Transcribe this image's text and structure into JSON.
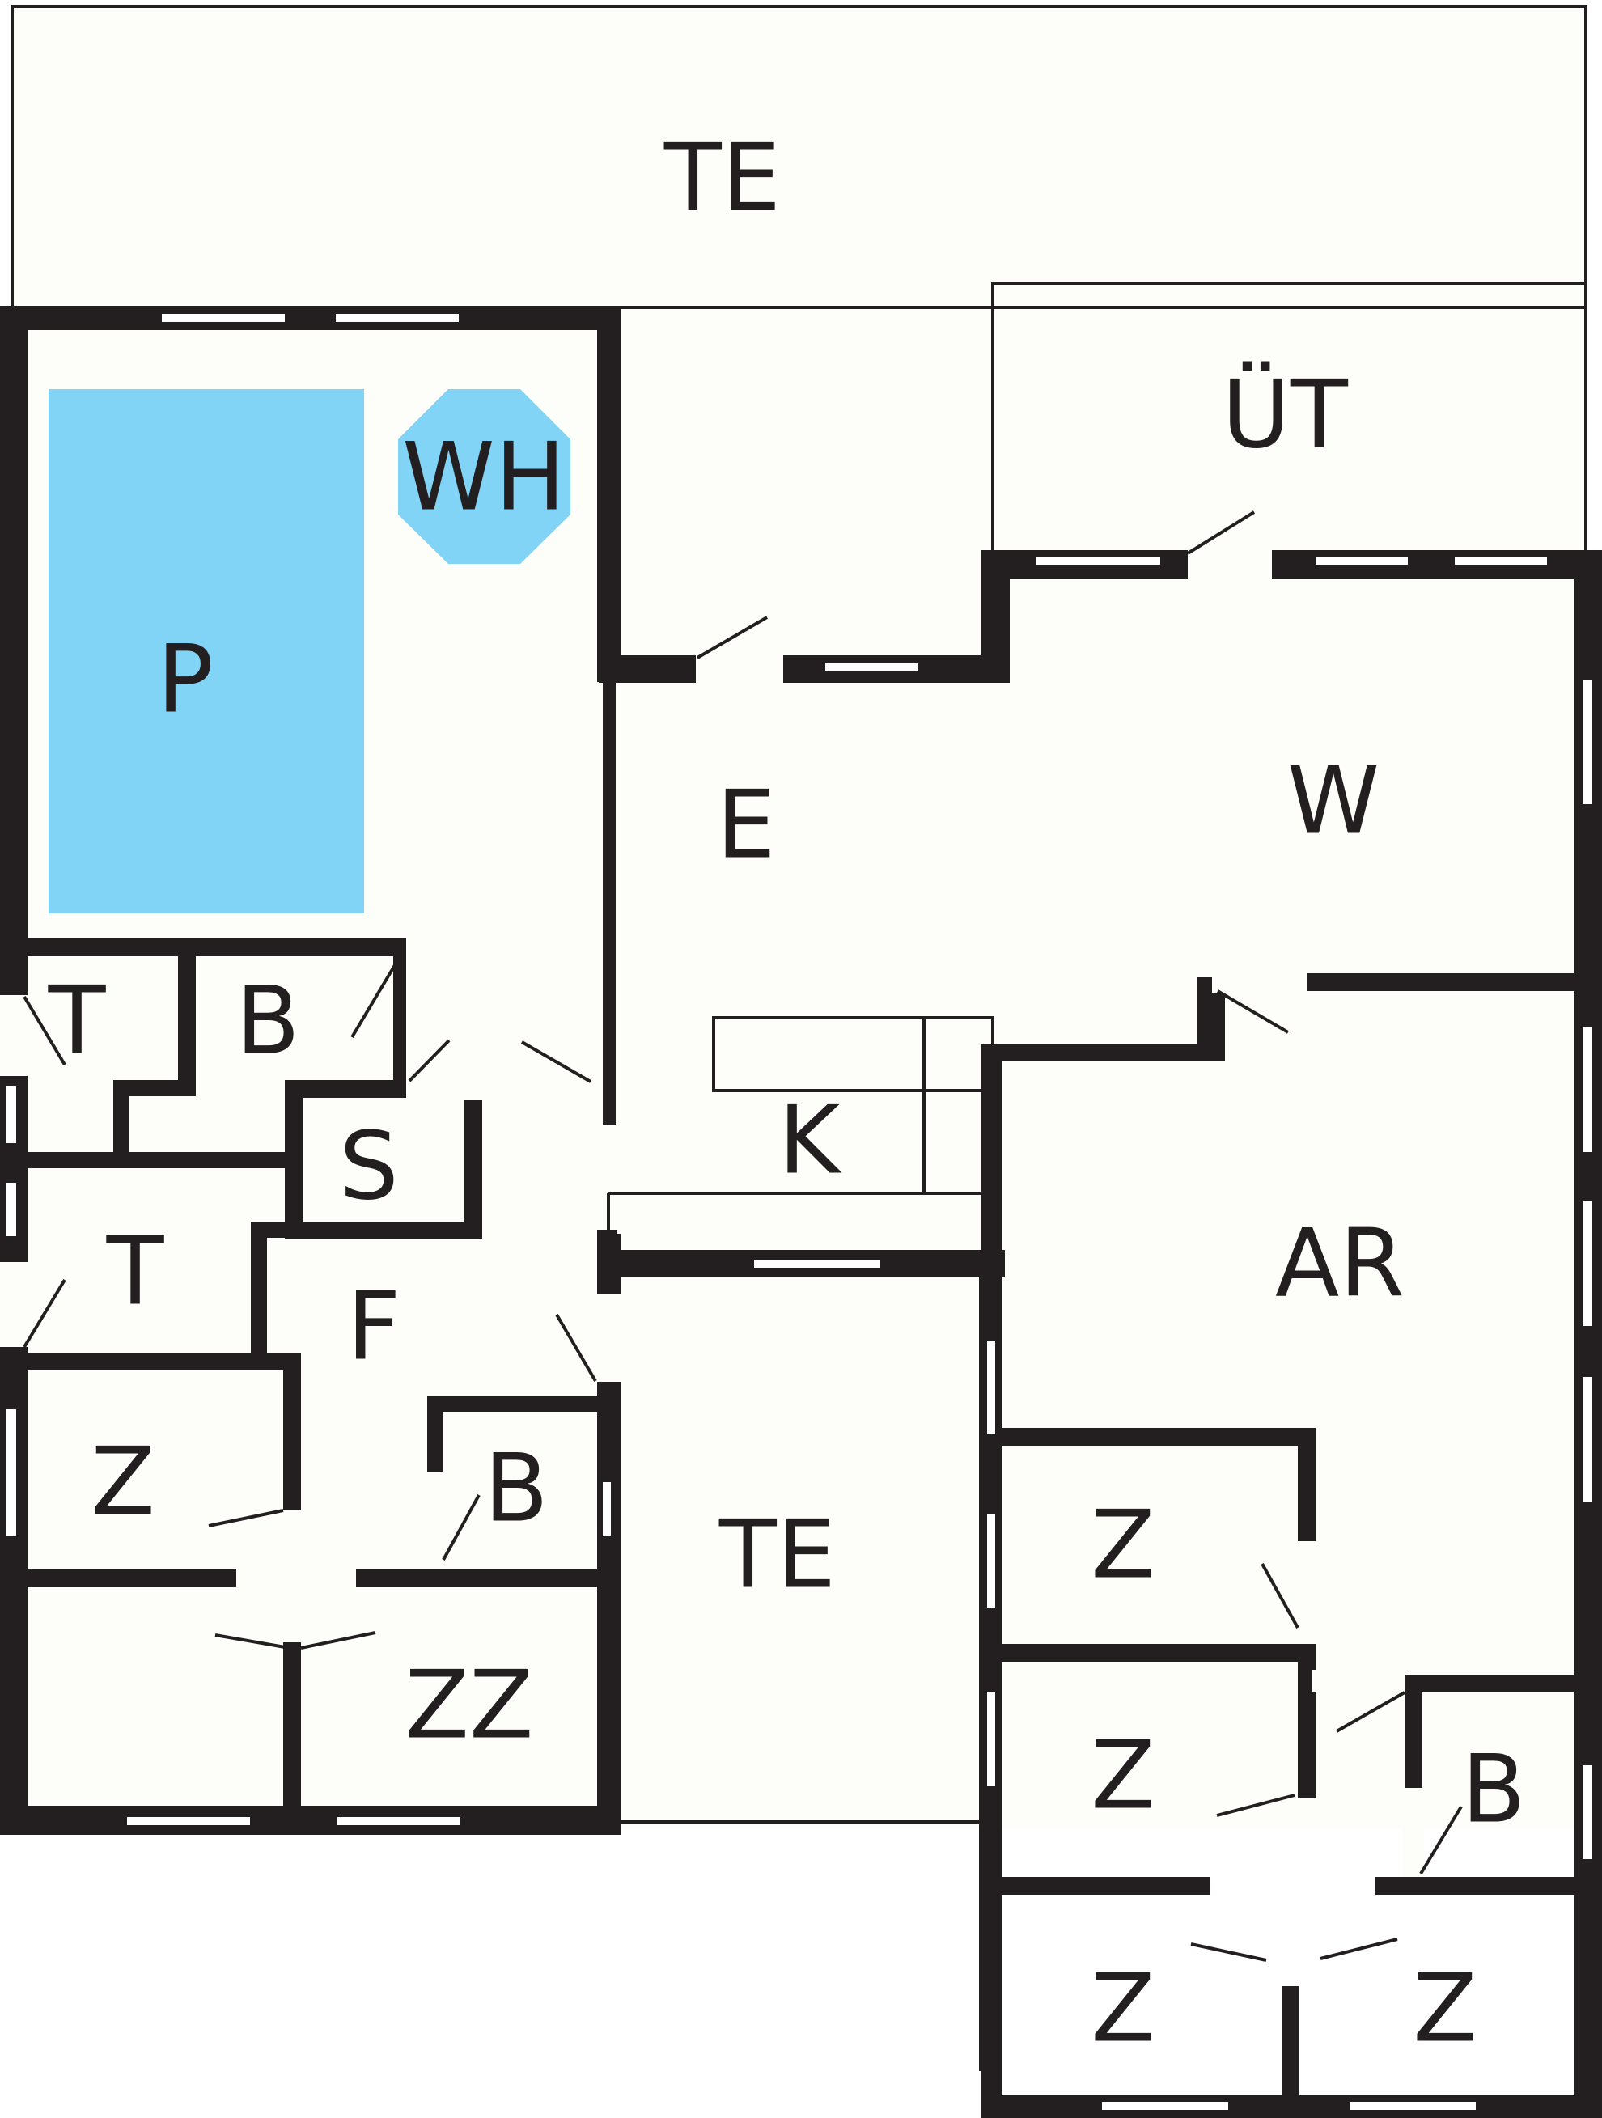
{
  "floorplan": {
    "colors": {
      "background": "#ffffff",
      "floor": "#fdfdf9",
      "wall": "#231f20",
      "pool": "#82d4f6"
    },
    "rooms": {
      "terrace_top": "TE",
      "utility": "ÜT",
      "whirlpool": "WH",
      "pool": "P",
      "dining": "E",
      "living": "W",
      "toilet_upper": "T",
      "bath_upper_left": "B",
      "sauna": "S",
      "kitchen": "K",
      "toilet_lower": "T",
      "hall": "F",
      "workroom": "AR",
      "bedroom_left": "Z",
      "bath_center": "B",
      "terrace_center": "TE",
      "bedroom_right_1": "Z",
      "twin_bedroom": "ZZ",
      "bedroom_right_2": "Z",
      "bath_right": "B",
      "bedroom_right_3": "Z",
      "bedroom_right_4": "Z"
    }
  }
}
